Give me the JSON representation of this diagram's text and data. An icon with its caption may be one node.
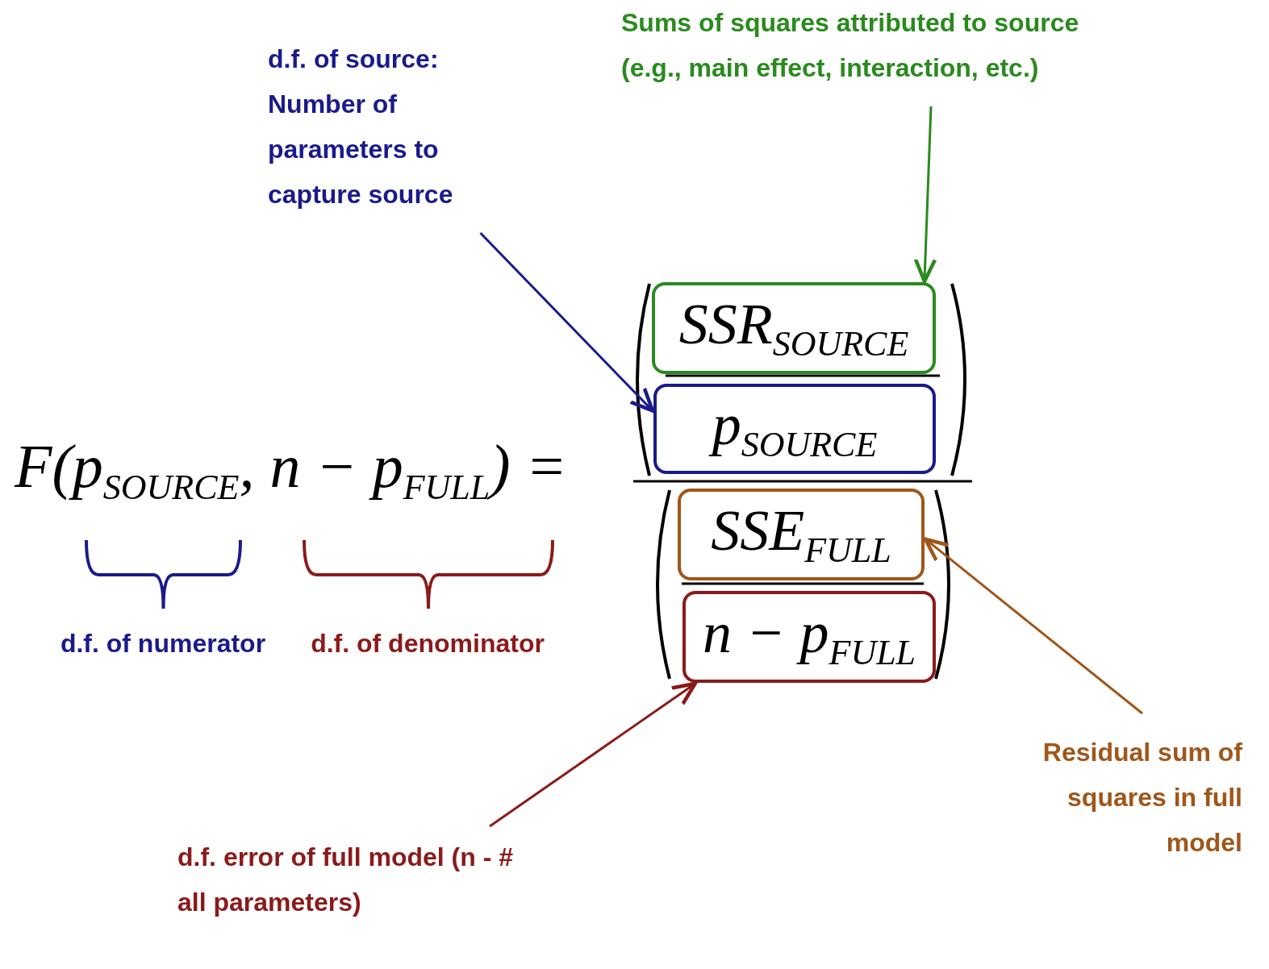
{
  "diagram": {
    "nodes": [
      {
        "text": [
          "d.f. of source: Number of parameters to capture source"
        ]
      },
      {
        "text": [
          "Sums of squares attributed to source (e.g., main effect, interaction, etc.)"
        ]
      },
      {
        "text": [
          "SSR$_{SOURCE}$"
        ]
      },
      {
        "text": [
          "p$_{SOURCE}$"
        ]
      },
      {
        "text": [
          "SSE$_{FULL}$"
        ]
      },
      {
        "text": [
          "n − p$_{FULL}$"
        ]
      },
      {
        "text": [
          "Residual sum of squares in full model"
        ]
      },
      {
        "text": [
          "d.f. error of full model (n - # all parameters)"
        ]
      }
    ],
    "edges": [
      {
        "from": 0,
        "to": 3,
        "arrow": "to",
        "color": "#1a1a8c"
      },
      {
        "from": 1,
        "to": 2,
        "arrow": "to",
        "color": "#2a8a1e"
      },
      {
        "from": 6,
        "to": 4,
        "arrow": "to",
        "color": "#a0561a"
      },
      {
        "from": 7,
        "to": 5,
        "arrow": "to",
        "color": "#8b1a1a"
      }
    ],
    "labels": [
      "F(p$_{SOURCE}$, n − p$_{FULL}$) =",
      "d.f. of numerator",
      "d.f. of denominator"
    ]
  }
}
